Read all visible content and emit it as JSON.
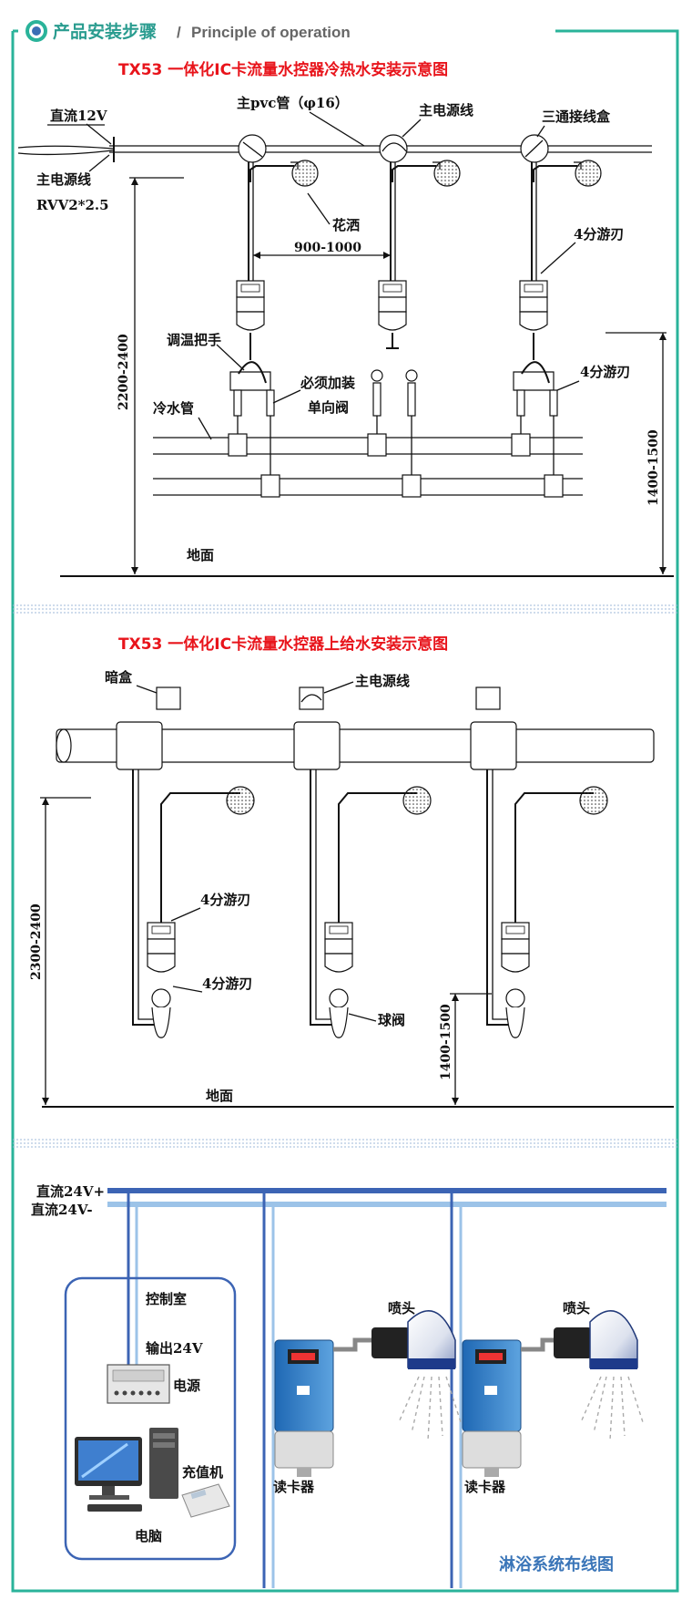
{
  "header": {
    "title_cn": "产品安装步骤",
    "slash": "/",
    "title_en": "Principle of operation"
  },
  "section1": {
    "title": "TX53  一体化IC卡流量水控器冷热水安装示意图",
    "labels": {
      "dc12v": "直流12V",
      "main_pvc": "主pvc管（φ16）",
      "main_power": "主电源线",
      "junction_box": "三通接线盒",
      "power_cable": "主电源线",
      "rvv": "RVV2*2.5",
      "shower": "花洒",
      "spacing": "900-1000",
      "thread1": "4分游刃",
      "mixer": "调温把手",
      "must_install": "必须加装",
      "check_valve": "单向阀",
      "thread2": "4分游刃",
      "cold_pipe": "冷水管",
      "height1": "2200-2400",
      "height2": "1400-1500",
      "ground": "地面"
    }
  },
  "section2": {
    "title": "TX53  一体化IC卡流量水控器上给水安装示意图",
    "labels": {
      "hidden_box": "暗盒",
      "main_power": "主电源线",
      "thread_top": "4分游刃",
      "thread_bottom": "4分游刃",
      "ball_valve": "球阀",
      "height1": "2300-2400",
      "height2": "1400-1500",
      "ground": "地面"
    }
  },
  "section3": {
    "labels": {
      "dc24_pos": "直流24V+",
      "dc24_neg": "直流24V-",
      "control_room": "控制室",
      "output24": "输出24V",
      "power_supply": "电源",
      "recharger": "充值机",
      "computer": "电脑",
      "shower_head1": "喷头",
      "shower_head2": "喷头",
      "reader1": "读卡器",
      "reader2": "读卡器",
      "caption": "淋浴系统布线图"
    },
    "colors": {
      "dark_blue": "#3c64b4",
      "light_blue": "#9cc3e8"
    }
  },
  "colors": {
    "frame_green": "#2ab39a",
    "title_red": "#e8141b",
    "caption_blue": "#3a75b8"
  }
}
